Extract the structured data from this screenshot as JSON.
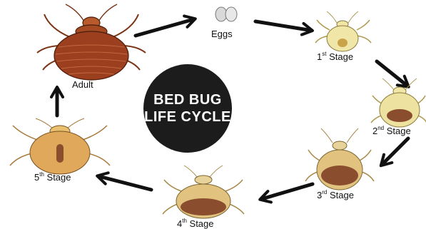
{
  "title": {
    "line1": "BED BUG",
    "line2": "LIFE CYCLE"
  },
  "stages": {
    "adult": {
      "text": "Adult"
    },
    "eggs": {
      "text": "Eggs"
    },
    "stage1": {
      "num": "1",
      "sup": "st",
      "rest": " Stage"
    },
    "stage2": {
      "num": "2",
      "sup": "nd",
      "rest": " Stage"
    },
    "stage3": {
      "num": "3",
      "sup": "rd",
      "rest": " Stage"
    },
    "stage4": {
      "num": "4",
      "sup": "th",
      "rest": " Stage"
    },
    "stage5": {
      "num": "5",
      "sup": "th",
      "rest": " Stage"
    }
  },
  "colors": {
    "adult_body": "#9b3f1f",
    "nymph_pale": "#f0e6a8",
    "nymph_tan": "#e2c27f",
    "stage5_body": "#e0a85a",
    "blood_band": "#8a4e2e",
    "arrow": "#111111",
    "title_circle": "#1c1c1c"
  }
}
